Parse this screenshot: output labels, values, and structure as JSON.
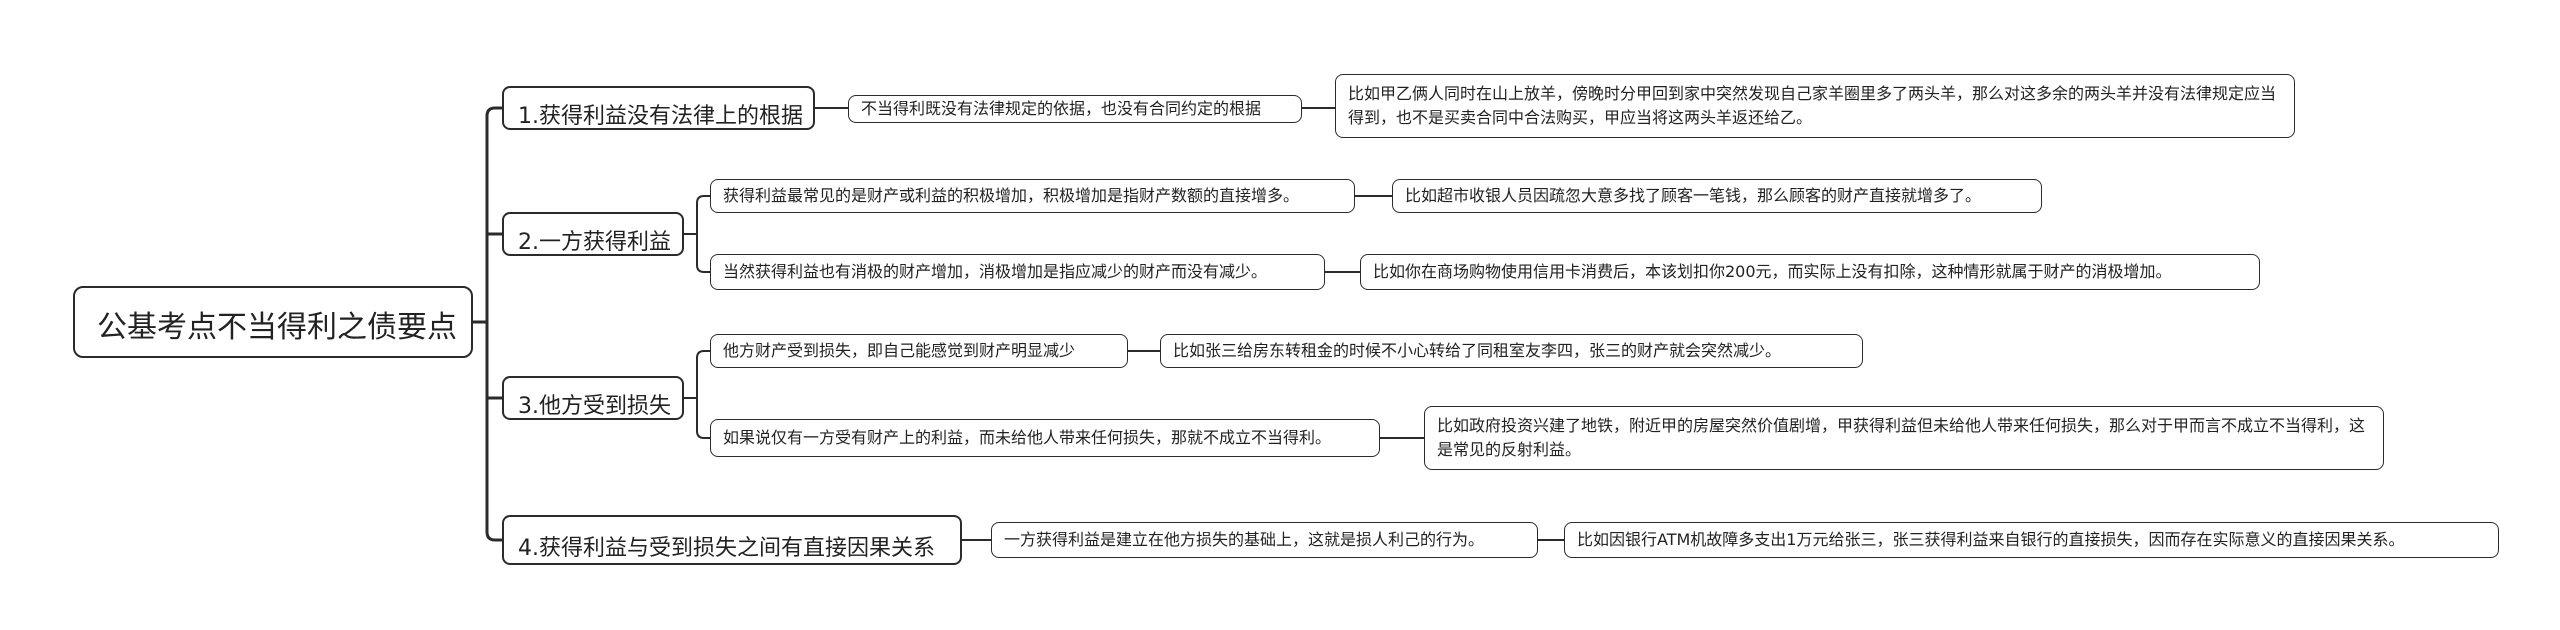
{
  "root": {
    "label": "公基考点不当得利之债要点"
  },
  "branches": [
    {
      "label": "1.获得利益没有法律上的根据",
      "points": [
        {
          "text": "不当得利既没有法律规定的依据，也没有合同约定的根据",
          "example": "比如甲乙俩人同时在山上放羊，傍晚时分甲回到家中突然发现自己家羊圈里多了两头羊，那么对这多余的两头羊并没有法律规定应当得到，也不是买卖合同中合法购买，甲应当将这两头羊返还给乙。"
        }
      ]
    },
    {
      "label": "2.一方获得利益",
      "points": [
        {
          "text": "获得利益最常见的是财产或利益的积极增加，积极增加是指财产数额的直接增多。",
          "example": "比如超市收银人员因疏忽大意多找了顾客一笔钱，那么顾客的财产直接就增多了。"
        },
        {
          "text": "当然获得利益也有消极的财产增加，消极增加是指应减少的财产而没有减少。",
          "example": "比如你在商场购物使用信用卡消费后，本该划扣你200元，而实际上没有扣除，这种情形就属于财产的消极增加。"
        }
      ]
    },
    {
      "label": "3.他方受到损失",
      "points": [
        {
          "text": "他方财产受到损失，即自己能感觉到财产明显减少",
          "example": "比如张三给房东转租金的时候不小心转给了同租室友李四，张三的财产就会突然减少。"
        },
        {
          "text": "如果说仅有一方受有财产上的利益，而未给他人带来任何损失，那就不成立不当得利。",
          "example": "比如政府投资兴建了地铁，附近甲的房屋突然价值剧增，甲获得利益但未给他人带来任何损失，那么对于甲而言不成立不当得利，这是常见的反射利益。"
        }
      ]
    },
    {
      "label": "4.获得利益与受到损失之间有直接因果关系",
      "points": [
        {
          "text": "一方获得利益是建立在他方损失的基础上，这就是损人利己的行为。",
          "example": "比如因银行ATM机故障多支出1万元给张三，张三获得利益来自银行的直接损失，因而存在实际意义的直接因果关系。"
        }
      ]
    }
  ]
}
